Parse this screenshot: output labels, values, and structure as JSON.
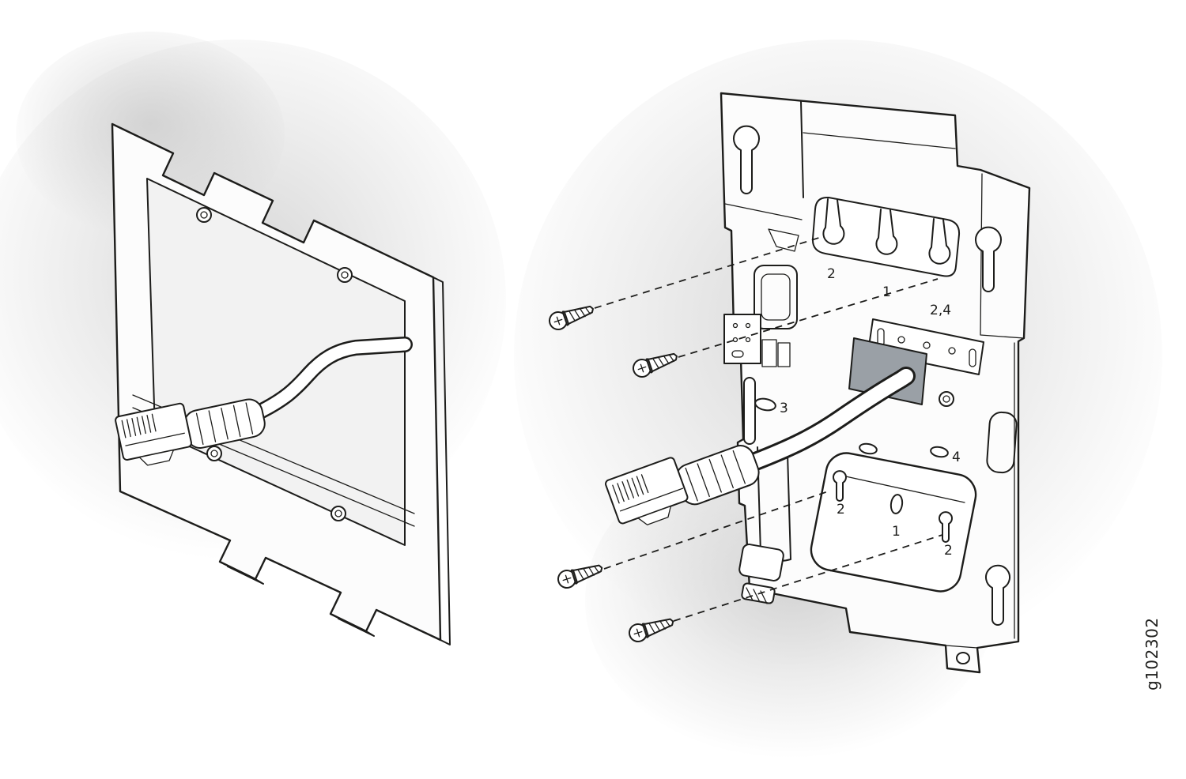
{
  "figure": {
    "id_label": "g102302"
  },
  "callouts": {
    "top_left": "2",
    "top_middle": "1",
    "top_right": "2,4",
    "mid_left": "3",
    "mid_right": "4",
    "bottom_left": "2",
    "bottom_middle": "1",
    "bottom_right": "2"
  },
  "colors": {
    "line": "#1d1d1b",
    "background": "#ffffff",
    "soft_shadow": "#cccccc",
    "panel_fill": "#fcfcfc",
    "recess_fill": "#f2f2f2",
    "dark_opening": "#9aa0a6"
  }
}
